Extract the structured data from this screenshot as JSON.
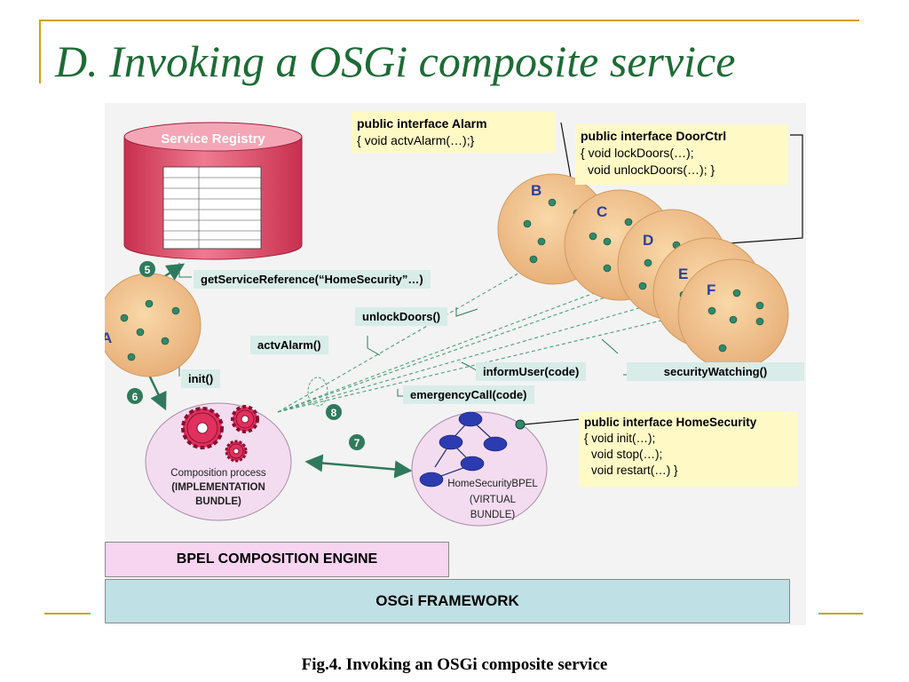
{
  "title": "D. Invoking a OSGi composite service",
  "caption": "Fig.4. Invoking an OSGi composite service",
  "colors": {
    "title": "#1d6b35",
    "accent": "#d4a017",
    "registry": "#e04a6a",
    "bundle": "#f2c48c",
    "process": "#f4dcf0",
    "gear": "#e0305e"
  },
  "registry": {
    "label": "Service Registry"
  },
  "bundles": {
    "a": "A",
    "b": "B",
    "c": "C",
    "d": "D",
    "e": "E",
    "f": "F"
  },
  "steps": {
    "s5": "5",
    "s6": "6",
    "s7": "7",
    "s8": "8"
  },
  "calls": {
    "get_reference": "getServiceReference(“HomeSecurity”…)",
    "unlock_doors": "unlockDoors()",
    "actv_alarm": "actvAlarm()",
    "inform_user": "informUser(code)",
    "security_watching": "securityWatching()",
    "init": "init()",
    "emergency_call": "emergencyCall(code)"
  },
  "interfaces": {
    "alarm": {
      "name": "public interface Alarm",
      "line1": "{ void actvAlarm(…);}"
    },
    "doorctrl": {
      "name": "public interface DoorCtrl",
      "line1": "{ void lockDoors(…);",
      "line2": "void unlockDoors(…); }"
    },
    "homesecurity": {
      "name": "public interface HomeSecurity",
      "line1": "{ void init(…);",
      "line2": "void stop(…);",
      "line3": "void restart(…) }"
    }
  },
  "process": {
    "line1": "Composition process",
    "line2": "(IMPLEMENTATION",
    "line3": "BUNDLE)"
  },
  "virtual": {
    "line1": "HomeSecurityBPEL",
    "line2": "(VIRTUAL",
    "line3": "BUNDLE)"
  },
  "engine": {
    "label": "BPEL COMPOSITION ENGINE"
  },
  "framework": {
    "label": "OSGi FRAMEWORK"
  }
}
